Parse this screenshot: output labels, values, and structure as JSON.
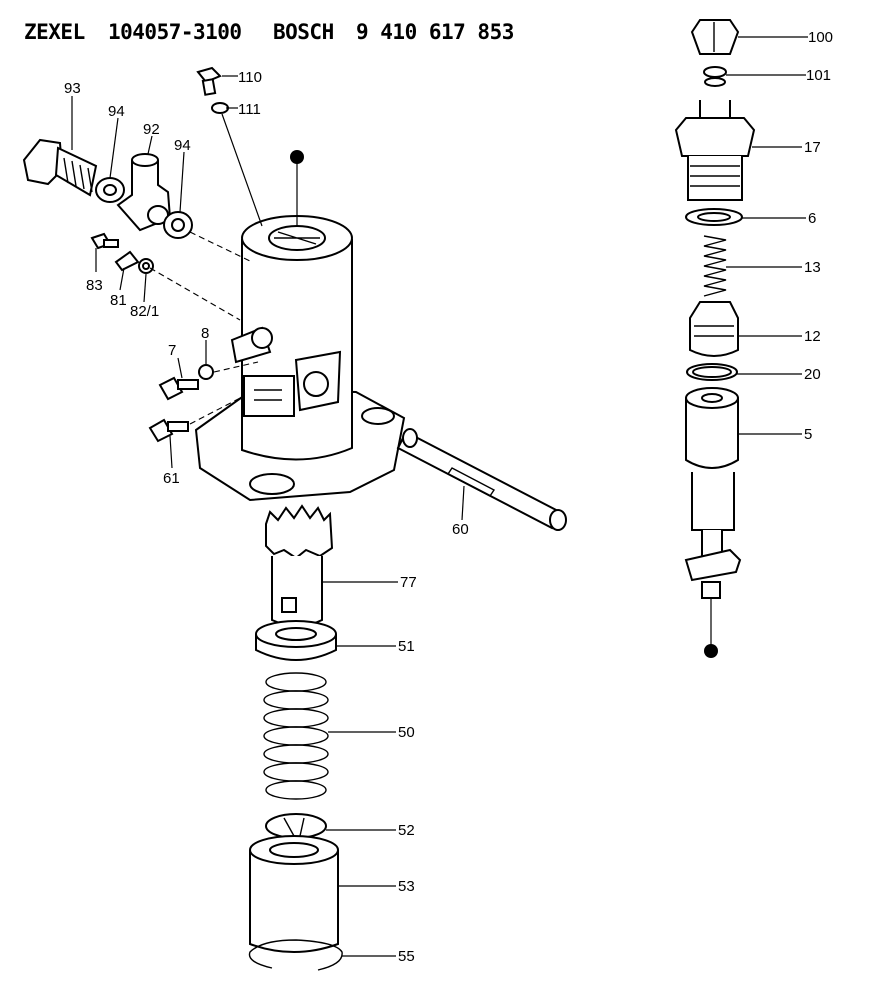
{
  "header": {
    "brand1": "ZEXEL",
    "part_no1": "104057-3100",
    "brand2": "BOSCH",
    "part_no2": "9 410 617 853"
  },
  "callouts": {
    "c93": "93",
    "c94a": "94",
    "c92": "92",
    "c94b": "94",
    "c110": "110",
    "c111": "111",
    "c83": "83",
    "c81": "81",
    "c821": "82/1",
    "c7": "7",
    "c8": "8",
    "c61": "61",
    "c60": "60",
    "c77": "77",
    "c51": "51",
    "c50": "50",
    "c52": "52",
    "c53": "53",
    "c55": "55",
    "c100": "100",
    "c101": "101",
    "c17": "17",
    "c6": "6",
    "c13": "13",
    "c12": "12",
    "c20": "20",
    "c5": "5"
  }
}
